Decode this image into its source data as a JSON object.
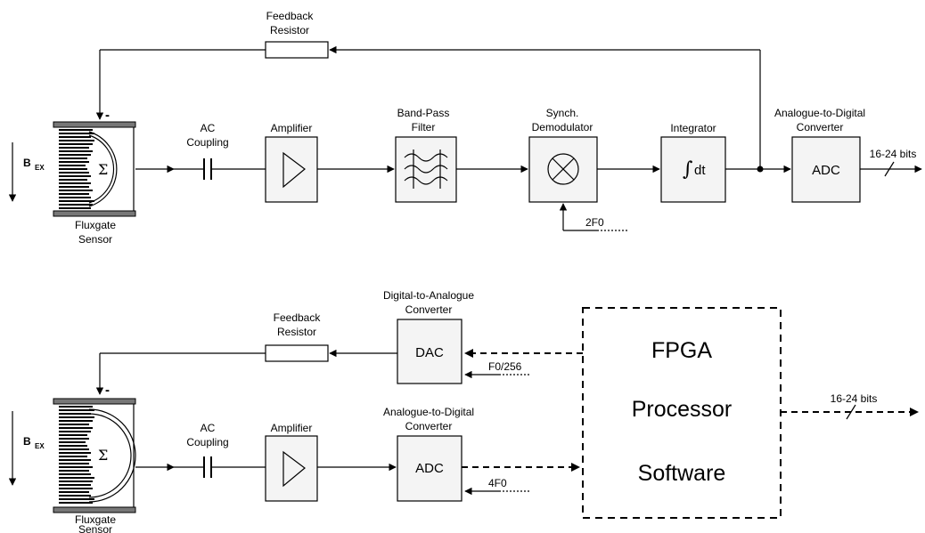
{
  "top_chain": {
    "feedback_label_1": "Feedback",
    "feedback_label_2": "Resistor",
    "field_label": "B",
    "field_sub": "EX",
    "sensor_label_1": "Fluxgate",
    "sensor_label_2": "Sensor",
    "sigma": "Σ",
    "minus": "-",
    "ac_label_1": "AC",
    "ac_label_2": "Coupling",
    "amplifier_label": "Amplifier",
    "bandpass_label_1": "Band-Pass",
    "bandpass_label_2": "Filter",
    "demod_label_1": "Synch.",
    "demod_label_2": "Demodulator",
    "demod_ref": "2F0",
    "integrator_label": "Integrator",
    "integrator_symbol": "dt",
    "adc_title_1": "Analogue-to-Digital",
    "adc_title_2": "Converter",
    "adc_box": "ADC",
    "output_bits": "16-24 bits"
  },
  "bottom_chain": {
    "feedback_label_1": "Feedback",
    "feedback_label_2": "Resistor",
    "dac_title_1": "Digital-to-Analogue",
    "dac_title_2": "Converter",
    "dac_box": "DAC",
    "dac_ref": "F0/256",
    "field_label": "B",
    "field_sub": "EX",
    "sensor_label_1": "Fluxgate",
    "sensor_label_2": "Sensor",
    "sigma": "Σ",
    "minus": "-",
    "ac_label_1": "AC",
    "ac_label_2": "Coupling",
    "amplifier_label": "Amplifier",
    "adc_title_1": "Analogue-to-Digital",
    "adc_title_2": "Converter",
    "adc_box": "ADC",
    "adc_ref": "4F0",
    "fpga_line_1": "FPGA",
    "fpga_line_2": "Processor",
    "fpga_line_3": "Software",
    "output_bits": "16-24 bits"
  }
}
